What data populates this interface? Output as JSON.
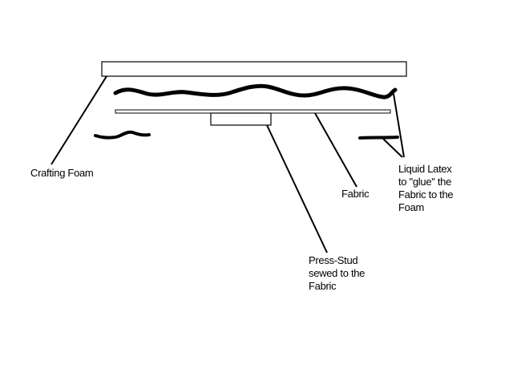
{
  "labels": {
    "crafting_foam": "Crafting Foam",
    "fabric": "Fabric",
    "press_stud": [
      "Press-Stud",
      "sewed to the",
      "Fabric"
    ],
    "liquid_latex": [
      "Liquid Latex",
      "to \"glue\" the",
      "Fabric to the",
      "Foam"
    ]
  },
  "colors": {
    "ink": "#000000",
    "background": "#ffffff"
  }
}
